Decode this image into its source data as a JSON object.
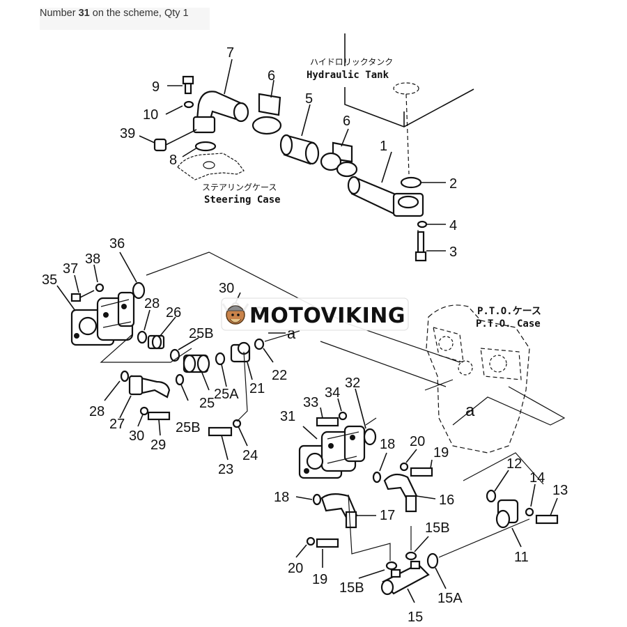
{
  "caption": {
    "prefix": "Number ",
    "number": "31",
    "suffix": " on the scheme, Qty 1"
  },
  "watermark": {
    "text": "MOTOVIKING"
  },
  "areas": {
    "hydraulic_tank_jp": "ハイドロリックタンク",
    "hydraulic_tank_en": "Hydraulic  Tank",
    "steering_case_jp": "ステアリングケース",
    "steering_case_en": "Steering  Case",
    "pto_case_jp": "P.T.O.ケース",
    "pto_case_en": "P.T.O. Case",
    "connector_a1": "a",
    "connector_a2": "a"
  },
  "labels": {
    "l1": "1",
    "l2": "2",
    "l3": "3",
    "l4": "4",
    "l5": "5",
    "l6a": "6",
    "l6b": "6",
    "l7": "7",
    "l8": "8",
    "l9": "9",
    "l10": "10",
    "l11": "11",
    "l12": "12",
    "l13": "13",
    "l14": "14",
    "l15": "15",
    "l15a": "15A",
    "l15b1": "15B",
    "l15b2": "15B",
    "l16": "16",
    "l17": "17",
    "l18a": "18",
    "l18b": "18",
    "l19a": "19",
    "l19b": "19",
    "l20a": "20",
    "l20b": "20",
    "l21": "21",
    "l22": "22",
    "l23": "23",
    "l24": "24",
    "l25": "25",
    "l25a": "25A",
    "l25b1": "25B",
    "l25b2": "25B",
    "l26": "26",
    "l27": "27",
    "l28a": "28",
    "l28b": "28",
    "l29": "29",
    "l30a": "30",
    "l30b": "30",
    "l31": "31",
    "l32": "32",
    "l33": "33",
    "l34": "34",
    "l35": "35",
    "l36": "36",
    "l37": "37",
    "l38": "38",
    "l39": "39"
  }
}
